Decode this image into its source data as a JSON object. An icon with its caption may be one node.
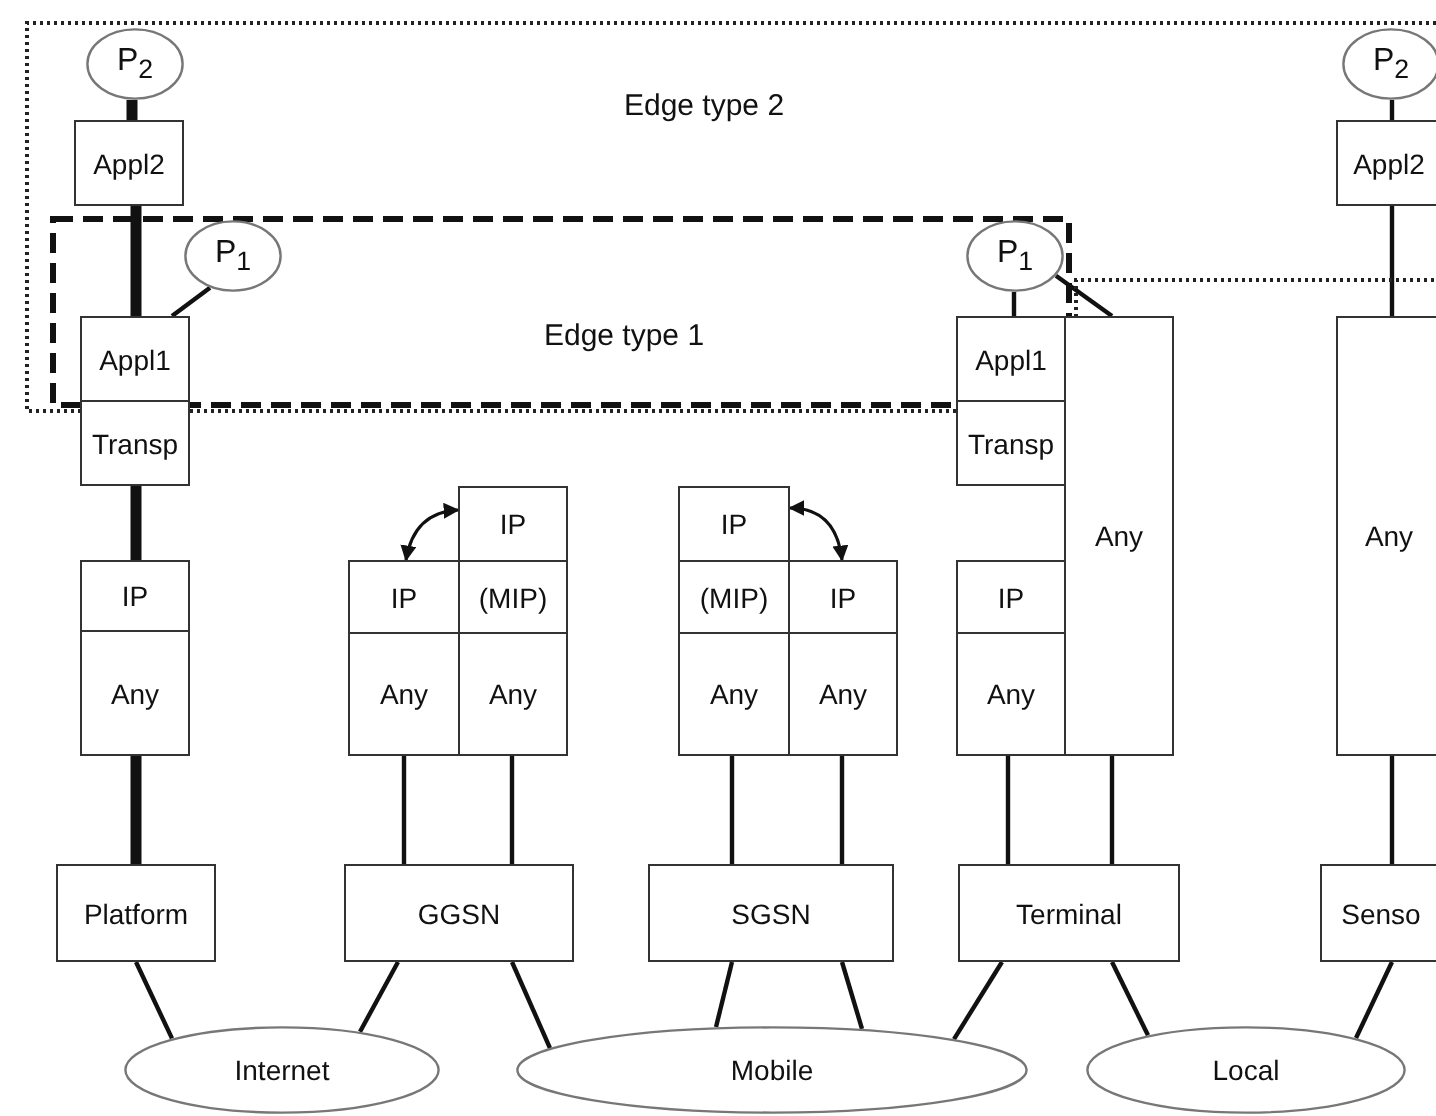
{
  "diagram": {
    "nodes": [
      {
        "text": [
          "Edge type 2"
        ]
      },
      {
        "text": [
          "Edge type 1"
        ],
        "in": 0
      },
      {
        "text": [
          "P$_{2}$"
        ],
        "in": 0
      },
      {
        "text": [
          "Appl2"
        ],
        "in": 0
      },
      {
        "text": [
          "P$_{1}$"
        ],
        "in": 1
      },
      {
        "text": [
          "Appl1"
        ],
        "in": 1
      },
      {
        "text": [
          "Transp"
        ]
      },
      {
        "text": [
          "IP"
        ]
      },
      {
        "text": [
          "Any"
        ]
      },
      {
        "text": [
          "Platform"
        ]
      },
      {
        "text": [
          "IP"
        ]
      },
      {
        "text": [
          "IP"
        ]
      },
      {
        "text": [
          "(MIP)"
        ]
      },
      {
        "text": [
          "Any"
        ]
      },
      {
        "text": [
          "Any"
        ]
      },
      {
        "text": [
          "GGSN"
        ]
      },
      {
        "text": [
          "IP"
        ]
      },
      {
        "text": [
          "(MIP)"
        ]
      },
      {
        "text": [
          "IP"
        ]
      },
      {
        "text": [
          "Any"
        ]
      },
      {
        "text": [
          "Any"
        ]
      },
      {
        "text": [
          "SGSN"
        ]
      },
      {
        "text": [
          "P$_{2}$"
        ],
        "in": 0
      },
      {
        "text": [
          "Appl2"
        ],
        "in": 0
      },
      {
        "text": [
          "P$_{1}$"
        ],
        "in": 1
      },
      {
        "text": [
          "Appl1"
        ],
        "in": 1
      },
      {
        "text": [
          "Transp"
        ]
      },
      {
        "text": [
          "Any"
        ]
      },
      {
        "text": [
          "IP"
        ]
      },
      {
        "text": [
          "Any"
        ]
      },
      {
        "text": [
          "Terminal"
        ]
      },
      {
        "text": [
          "Any"
        ]
      },
      {
        "text": [
          "Senso"
        ]
      },
      {
        "text": [
          "Internet"
        ]
      },
      {
        "text": [
          "Mobile"
        ]
      },
      {
        "text": [
          "Local"
        ]
      }
    ],
    "edges": [
      {
        "from": 2,
        "to": 3,
        "arrow": "none",
        "style": "thick"
      },
      {
        "from": 3,
        "to": 5,
        "arrow": "none",
        "style": "thick"
      },
      {
        "from": 4,
        "to": 5,
        "arrow": "none"
      },
      {
        "from": 6,
        "to": 7,
        "arrow": "none",
        "style": "thick"
      },
      {
        "from": 8,
        "to": 9,
        "arrow": "none",
        "style": "thick"
      },
      {
        "from": 9,
        "to": 33,
        "arrow": "none"
      },
      {
        "from": 11,
        "to": 10,
        "arrow": "both"
      },
      {
        "from": 13,
        "to": 15,
        "arrow": "none"
      },
      {
        "from": 14,
        "to": 15,
        "arrow": "none"
      },
      {
        "from": 15,
        "to": 33,
        "arrow": "none"
      },
      {
        "from": 15,
        "to": 34,
        "arrow": "none"
      },
      {
        "from": 16,
        "to": 18,
        "arrow": "both"
      },
      {
        "from": 19,
        "to": 21,
        "arrow": "none"
      },
      {
        "from": 20,
        "to": 21,
        "arrow": "none"
      },
      {
        "from": 21,
        "to": 34,
        "arrow": "none"
      },
      {
        "from": 21,
        "to": 34,
        "arrow": "none"
      },
      {
        "from": 22,
        "to": 23,
        "arrow": "none"
      },
      {
        "from": 23,
        "to": 31,
        "arrow": "none"
      },
      {
        "from": 24,
        "to": 25,
        "arrow": "none"
      },
      {
        "from": 24,
        "to": 27,
        "arrow": "none"
      },
      {
        "from": 29,
        "to": 30,
        "arrow": "none"
      },
      {
        "from": 27,
        "to": 30,
        "arrow": "none"
      },
      {
        "from": 30,
        "to": 34,
        "arrow": "none"
      },
      {
        "from": 30,
        "to": 35,
        "arrow": "none"
      },
      {
        "from": 31,
        "to": 32,
        "arrow": "none"
      },
      {
        "from": 32,
        "to": 35,
        "arrow": "none"
      }
    ]
  }
}
